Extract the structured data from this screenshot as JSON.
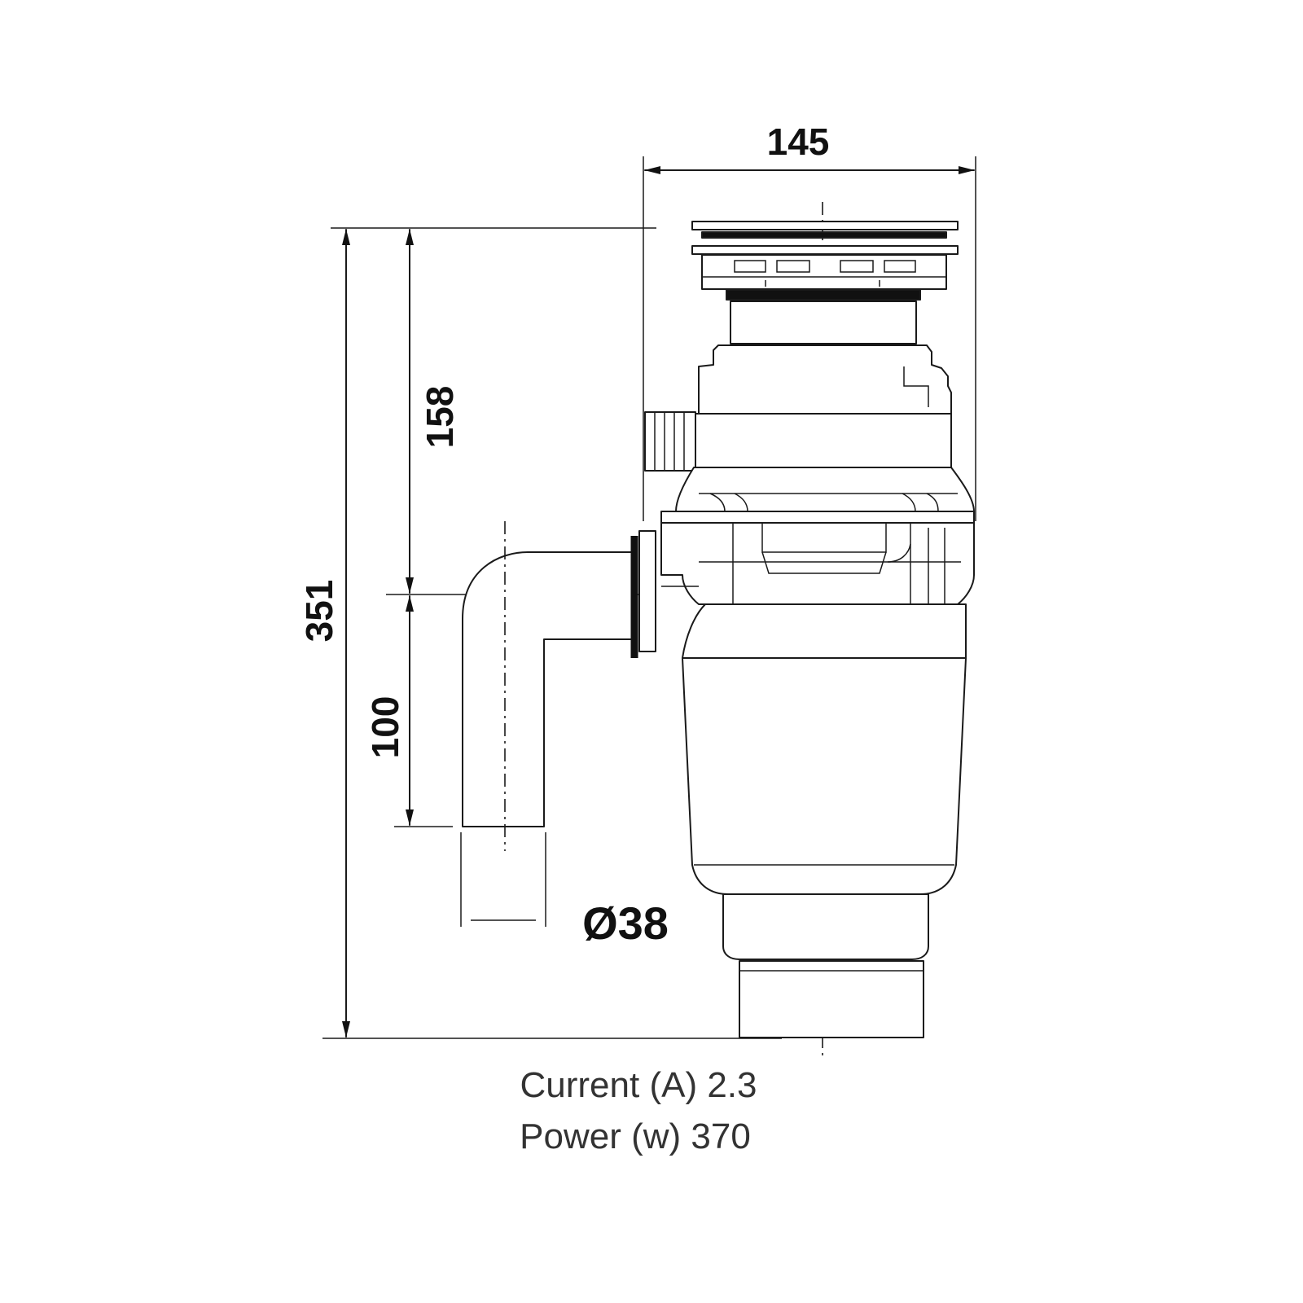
{
  "dimensions": {
    "width_top": "145",
    "height_total": "351",
    "height_inlet": "158",
    "height_outlet": "100",
    "outlet_diameter": "Ø38"
  },
  "specs": {
    "current": "Current (A) 2.3",
    "power": "Power (w) 370"
  }
}
